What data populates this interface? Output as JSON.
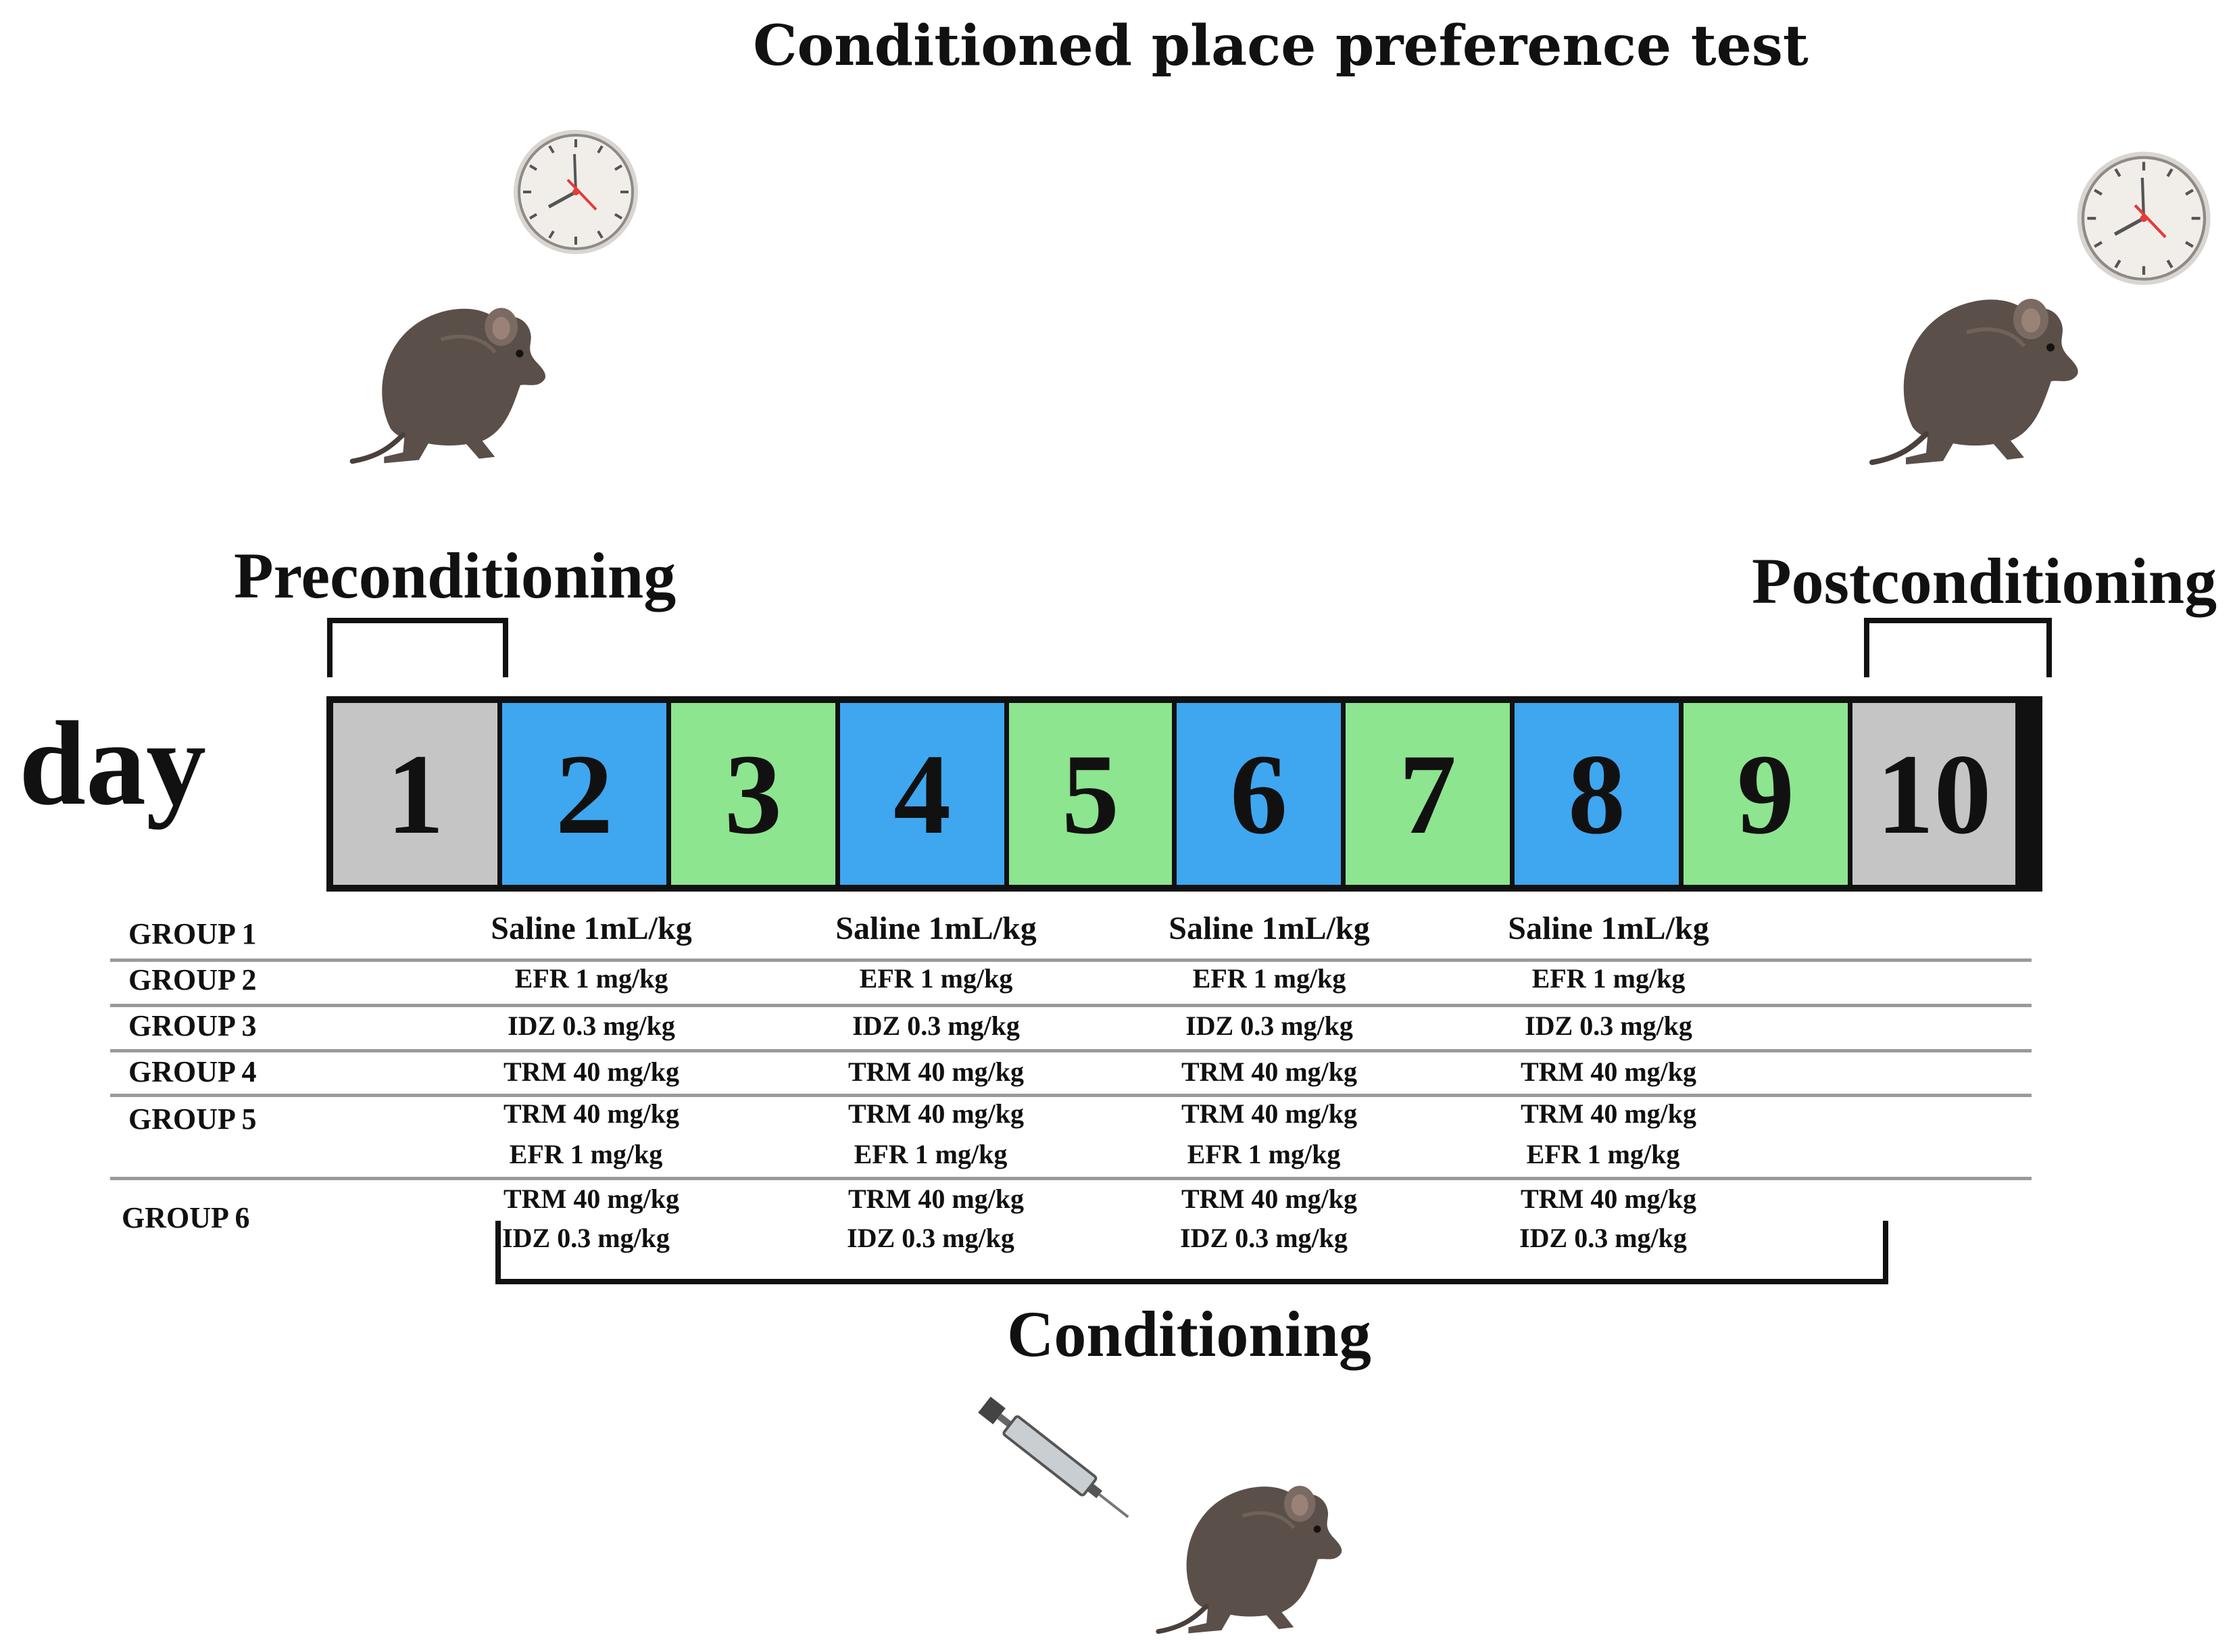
{
  "title": "Conditioned place preference test",
  "phases": {
    "pre": "Preconditioning",
    "post": "Postconditioning",
    "cond": "Conditioning"
  },
  "day_label": "day",
  "days": [
    {
      "n": "1",
      "color": "#c5c5c5"
    },
    {
      "n": "2",
      "color": "#3fa6f0"
    },
    {
      "n": "3",
      "color": "#8de58f"
    },
    {
      "n": "4",
      "color": "#3fa6f0"
    },
    {
      "n": "5",
      "color": "#8de58f"
    },
    {
      "n": "6",
      "color": "#3fa6f0"
    },
    {
      "n": "7",
      "color": "#8de58f"
    },
    {
      "n": "8",
      "color": "#3fa6f0"
    },
    {
      "n": "9",
      "color": "#8de58f"
    },
    {
      "n": "10",
      "color": "#c5c5c5"
    }
  ],
  "groups": [
    {
      "label": "GROUP 1",
      "doses": [
        "Saline 1mL/kg",
        "Saline 1mL/kg",
        "Saline 1mL/kg",
        "Saline 1mL/kg"
      ]
    },
    {
      "label": "GROUP 2",
      "doses": [
        "EFR 1 mg/kg",
        "EFR 1 mg/kg",
        "EFR 1 mg/kg",
        "EFR 1 mg/kg"
      ]
    },
    {
      "label": "GROUP 3",
      "doses": [
        "IDZ 0.3 mg/kg",
        "IDZ 0.3 mg/kg",
        "IDZ 0.3 mg/kg",
        "IDZ 0.3 mg/kg"
      ]
    },
    {
      "label": "GROUP 4",
      "doses": [
        "TRM 40 mg/kg",
        "TRM 40 mg/kg",
        "TRM 40 mg/kg",
        "TRM 40 mg/kg"
      ]
    },
    {
      "label": "GROUP 5",
      "doses": [
        "TRM 40 mg/kg",
        "TRM 40 mg/kg",
        "TRM 40 mg/kg",
        "TRM 40 mg/kg"
      ],
      "doses2": [
        "EFR 1 mg/kg",
        "EFR 1 mg/kg",
        "EFR 1 mg/kg",
        "EFR 1 mg/kg"
      ]
    },
    {
      "label": "GROUP 6",
      "doses": [
        "TRM 40 mg/kg",
        "TRM 40 mg/kg",
        "TRM 40 mg/kg",
        "TRM 40 mg/kg"
      ],
      "doses2": [
        "IDZ 0.3 mg/kg",
        "IDZ 0.3 mg/kg",
        "IDZ 0.3 mg/kg",
        "IDZ 0.3 mg/kg"
      ]
    }
  ],
  "colors": {
    "rat_body": "#5b4f49",
    "rat_dark": "#3c3330",
    "clock_face": "#f1eeea",
    "clock_rim": "#8e8a86",
    "clock_hand": "#e43b3b"
  },
  "icons": [
    "clock-icon",
    "rat-icon",
    "syringe-icon"
  ]
}
